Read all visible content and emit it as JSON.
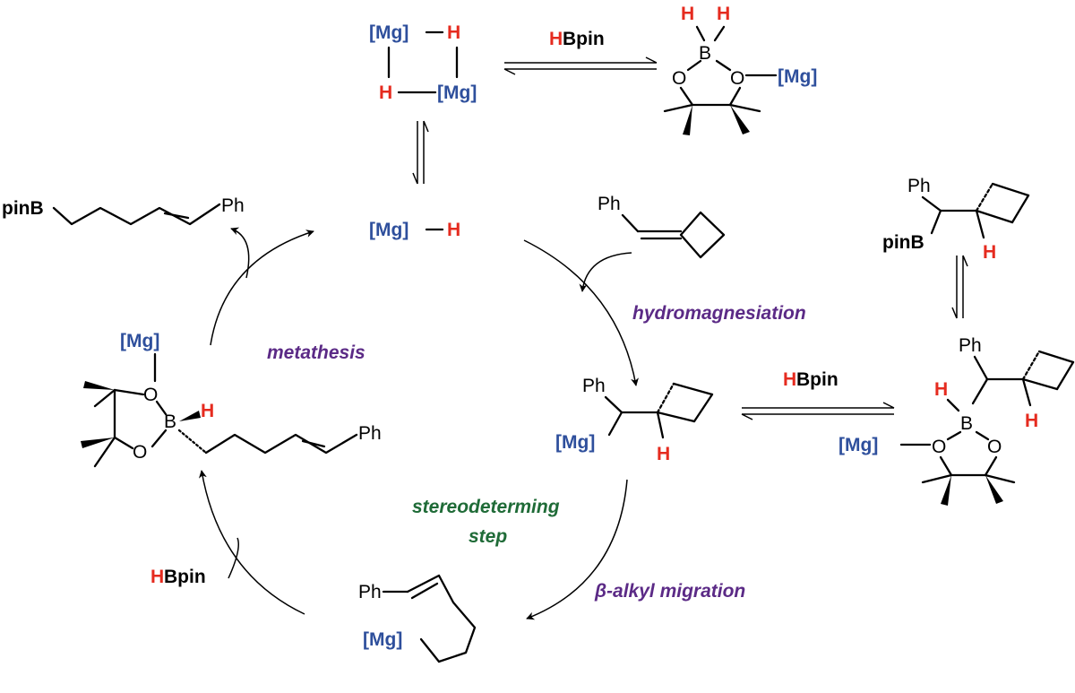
{
  "labels": {
    "mg": "[Mg]",
    "h": "H",
    "b": "B",
    "o": "O",
    "ph": "Ph",
    "bpin": "Bpin",
    "pinb": "pinB"
  },
  "steps": {
    "hydromagnesiation": "hydromagnesiation",
    "metathesis": "metathesis",
    "stereo_line1": "stereodeterming",
    "stereo_line2": "step",
    "beta_alkyl": "β-alkyl migration"
  },
  "colors": {
    "mg": "#2e4f9c",
    "hydrogen": "#e52b1f",
    "hydromagnesiation": "#5b2a86",
    "metathesis": "#5b2a86",
    "stereo": "#1f6b37",
    "beta_alkyl": "#5b2a86",
    "bond": "#000000"
  }
}
